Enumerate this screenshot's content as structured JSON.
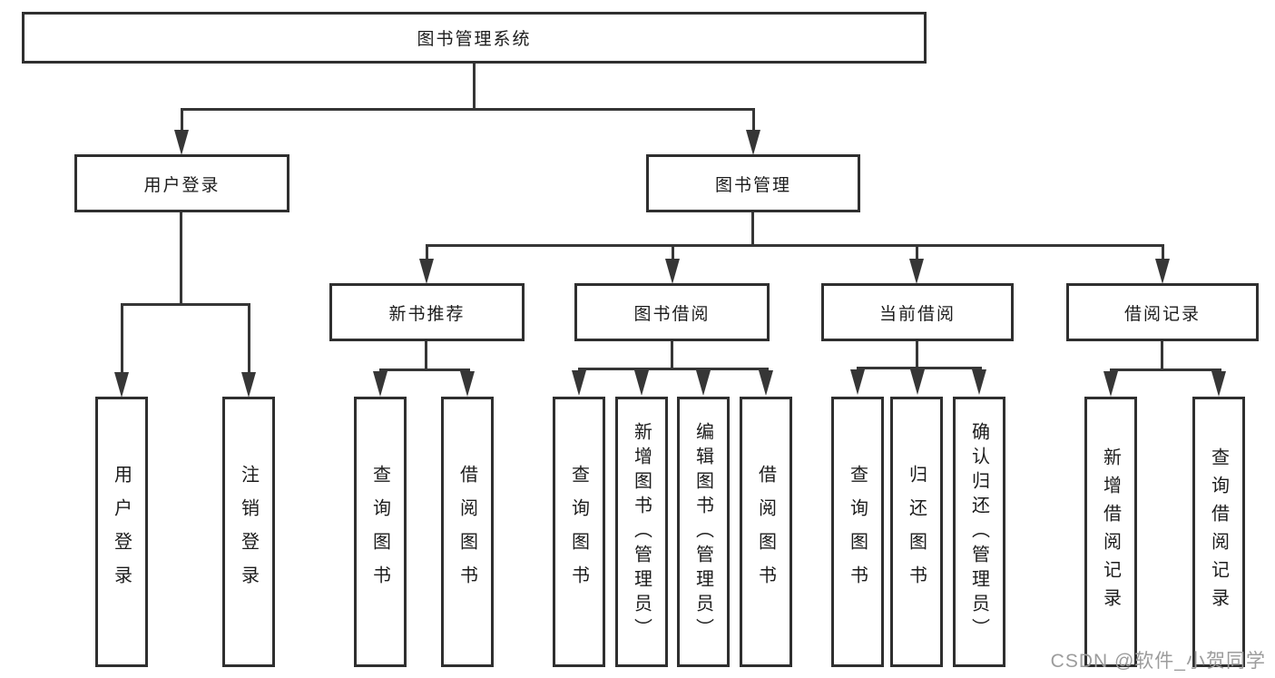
{
  "colors": {
    "line": "#363636",
    "box_border": "#2f2f2f",
    "text": "#1c1c1c",
    "watermark_text": "#9c9c9c",
    "background": "#ffffff"
  },
  "watermark": {
    "text": "CSDN @软件_小贺同学"
  },
  "tree": {
    "label": "图书管理系统",
    "children": [
      {
        "label": "用户登录",
        "children": [
          {
            "label": "用户登录"
          },
          {
            "label": "注销登录"
          }
        ]
      },
      {
        "label": "图书管理",
        "children": [
          {
            "label": "新书推荐",
            "children": [
              {
                "label": "查询图书"
              },
              {
                "label": "借阅图书"
              }
            ]
          },
          {
            "label": "图书借阅",
            "children": [
              {
                "label": "查询图书"
              },
              {
                "label": "新增图书（管理员）"
              },
              {
                "label": "编辑图书（管理员）"
              },
              {
                "label": "借阅图书"
              }
            ]
          },
          {
            "label": "当前借阅",
            "children": [
              {
                "label": "查询图书"
              },
              {
                "label": "归还图书"
              },
              {
                "label": "确认归还（管理员）"
              }
            ]
          },
          {
            "label": "借阅记录",
            "children": [
              {
                "label": "新增借阅记录"
              },
              {
                "label": "查询借阅记录"
              }
            ]
          }
        ]
      }
    ]
  }
}
